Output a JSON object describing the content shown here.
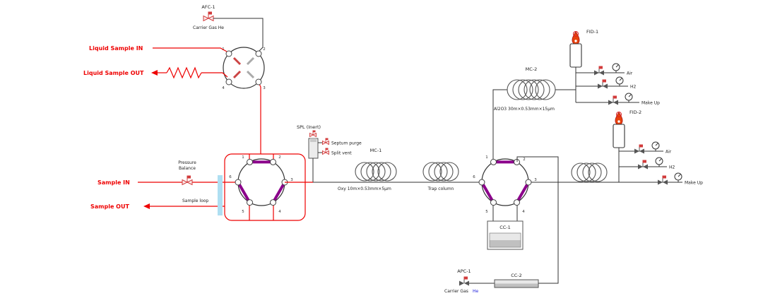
{
  "colors": {
    "flow_line": "#ee0000",
    "plumb_line": "#333333",
    "rotor_groove": "#8B008B",
    "sample_loop_bar": "#aedff2",
    "flame": "#e8420d",
    "helium_text": "#2222dd"
  },
  "top_section": {
    "afc1": "AFC-1",
    "carrier_gas": "Carrier Gas He",
    "liquid_sample_in": "Liquid Sample IN",
    "liquid_sample_out": "Liquid Sample OUT"
  },
  "top_valve": {
    "ports": [
      "1",
      "2",
      "3",
      "4"
    ]
  },
  "left_valve": {
    "ports": [
      "1",
      "2",
      "3",
      "4",
      "5",
      "6"
    ]
  },
  "right_valve": {
    "ports": [
      "1",
      "2",
      "3",
      "4",
      "5",
      "6"
    ]
  },
  "sample_section": {
    "pressure_balance": [
      "Pressure",
      "Balance"
    ],
    "sample_in": "Sample IN",
    "sample_out": "Sample OUT",
    "sample_loop": "Sample loop"
  },
  "injector": {
    "label": "SPL (Inert)",
    "septum_purge": "Septum purge",
    "split_vent": "Split vent"
  },
  "columns": {
    "mc1": "MC-1",
    "mc1_spec": "Oxy 10m×0.53mm×5µm",
    "trap": "Trap column",
    "mc2": "MC-2",
    "mc2_spec": "Al2O3 30m×0.53mm×15µm",
    "cc1": "CC-1",
    "cc2": "CC-2"
  },
  "detectors": {
    "fid1": {
      "label": "FID-1",
      "gases": [
        "Air",
        "H2",
        "Make Up"
      ]
    },
    "fid2": {
      "label": "FID-2",
      "gases": [
        "Air",
        "H2",
        "Make Up"
      ]
    }
  },
  "bottom_section": {
    "apc1": "APC-1",
    "carrier_gas": "Carrier Gas",
    "carrier_gas_he": "He"
  }
}
